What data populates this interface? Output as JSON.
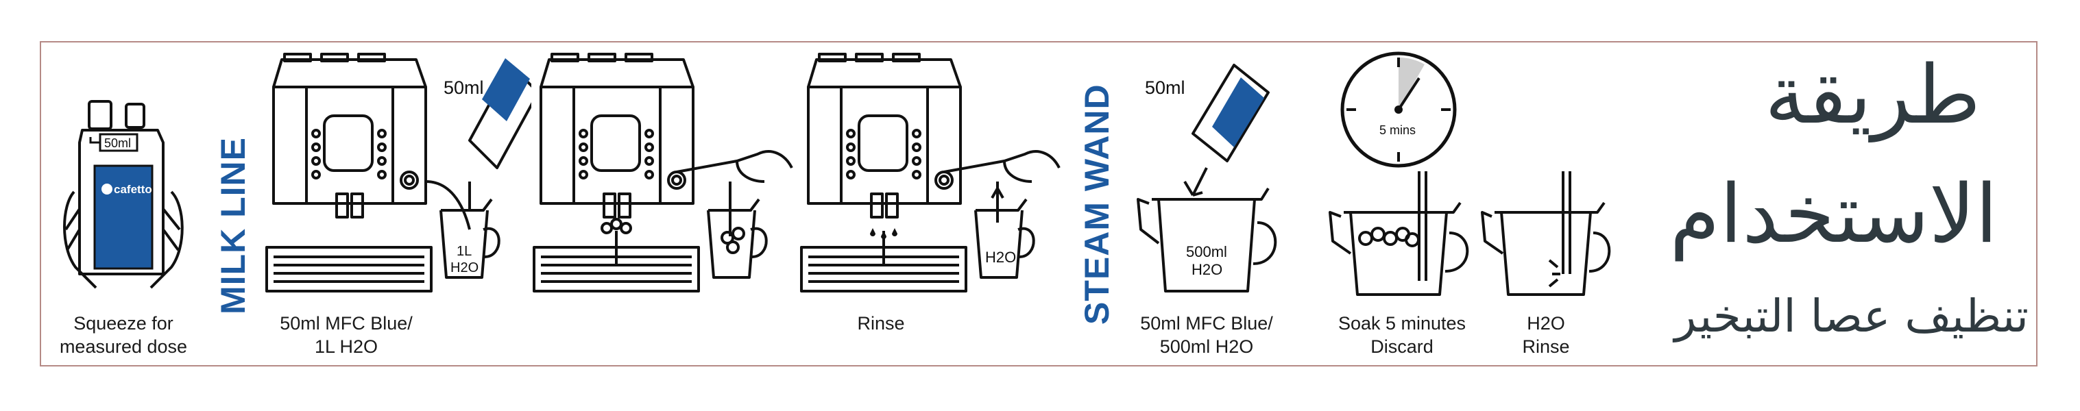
{
  "captions": {
    "squeeze": [
      "Squeeze for",
      "measured dose"
    ],
    "milk_mix": [
      "50ml MFC Blue/",
      "1L H2O"
    ],
    "rinse": "Rinse",
    "steam_mix": [
      "50ml MFC Blue/",
      "500ml H2O"
    ],
    "soak": [
      "Soak 5 minutes",
      "Discard"
    ],
    "water_rinse": [
      "H2O",
      "Rinse"
    ]
  },
  "section_labels": {
    "milk_line": "MILK LINE",
    "steam_wand": "STEAM WAND"
  },
  "figure_text": {
    "bottle_marker": "50ml",
    "brand": "cafetto",
    "dose_1": "50ml",
    "jug_1l": [
      "1L",
      "H2O"
    ],
    "jug_water": "H2O",
    "dose_2": "50ml",
    "jug_500": [
      "500ml",
      "H2O"
    ],
    "timer": "5 mins"
  },
  "title": {
    "line1": "طريقة",
    "line2": "الاستخدام",
    "subtitle": "تنظيف عصا التبخير"
  },
  "colors": {
    "brand_blue": "#1d5aa0",
    "title_gray": "#2f3a40",
    "border": "#b58a86"
  }
}
